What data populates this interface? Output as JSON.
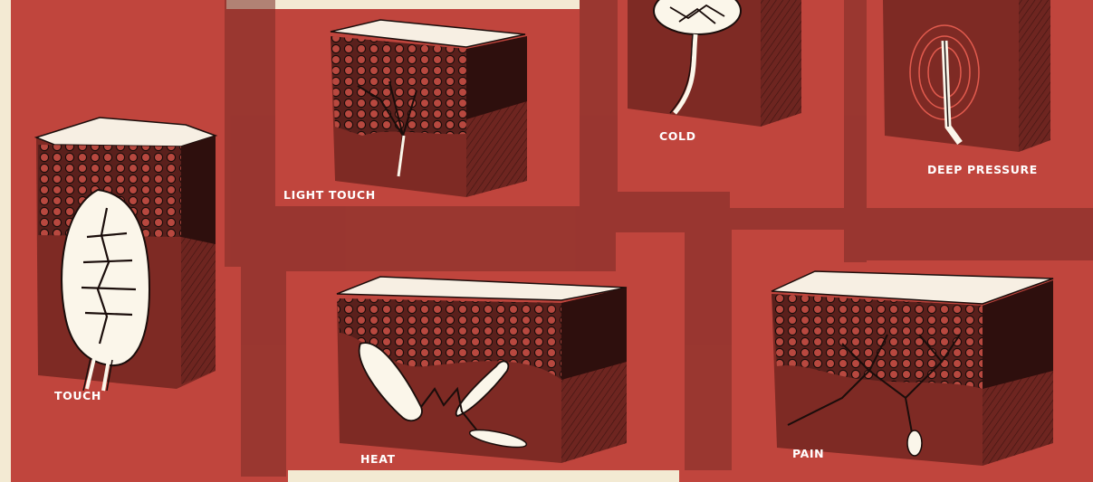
{
  "diagram": {
    "panels": [
      {
        "id": "touch",
        "label": "TOUCH"
      },
      {
        "id": "light-touch",
        "label": "LIGHT TOUCH"
      },
      {
        "id": "cold",
        "label": "COLD"
      },
      {
        "id": "deep-pressure",
        "label": "DEEP PRESSURE"
      },
      {
        "id": "heat",
        "label": "HEAT"
      },
      {
        "id": "pain",
        "label": "PAIN"
      }
    ]
  },
  "colors": {
    "paper": "#f3ead3",
    "background_red": "#c0453d",
    "band_dark": "#8a3a35",
    "epidermis_white": "#f7efe3",
    "cell_layer": "#5a201c",
    "dermis": "#7e2a24",
    "dermis_side": "#5e1f1b",
    "receptor_white": "#fbf6ea",
    "ink": "#1a0d0b"
  }
}
